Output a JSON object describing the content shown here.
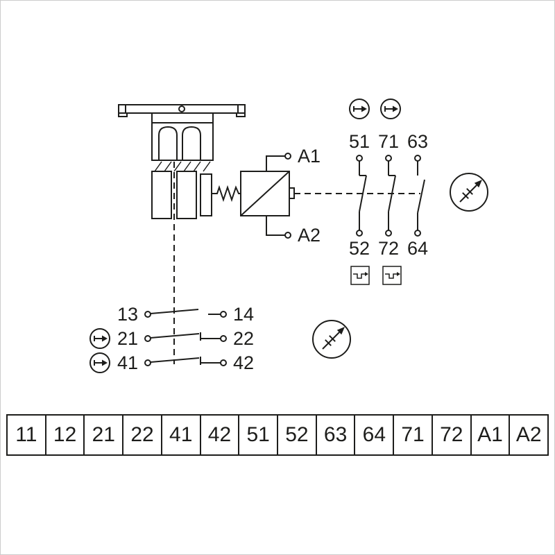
{
  "page": {
    "background": "#ffffff",
    "border_color": "#cccccc",
    "line_color": "#1d1d1b"
  },
  "icons": {
    "actuation_direction": "circle-right-arrow",
    "plunger_actuation": "square-plunger-travel",
    "non_defeatable": "circle-crossed-arrow"
  },
  "solenoid": {
    "terminal_top_label": "A1",
    "terminal_bottom_label": "A2"
  },
  "safety_contact_block": {
    "top_terminal_labels": [
      "51",
      "71",
      "63"
    ],
    "bottom_terminal_labels": [
      "52",
      "72",
      "64"
    ]
  },
  "aux_contact_block": {
    "rows": [
      {
        "left_label": "13",
        "right_label": "14"
      },
      {
        "left_label": "21",
        "right_label": "22"
      },
      {
        "left_label": "41",
        "right_label": "42"
      }
    ]
  },
  "terminal_strip": {
    "cells": [
      "11",
      "12",
      "21",
      "22",
      "41",
      "42",
      "51",
      "52",
      "63",
      "64",
      "71",
      "72",
      "A1",
      "A2"
    ]
  }
}
